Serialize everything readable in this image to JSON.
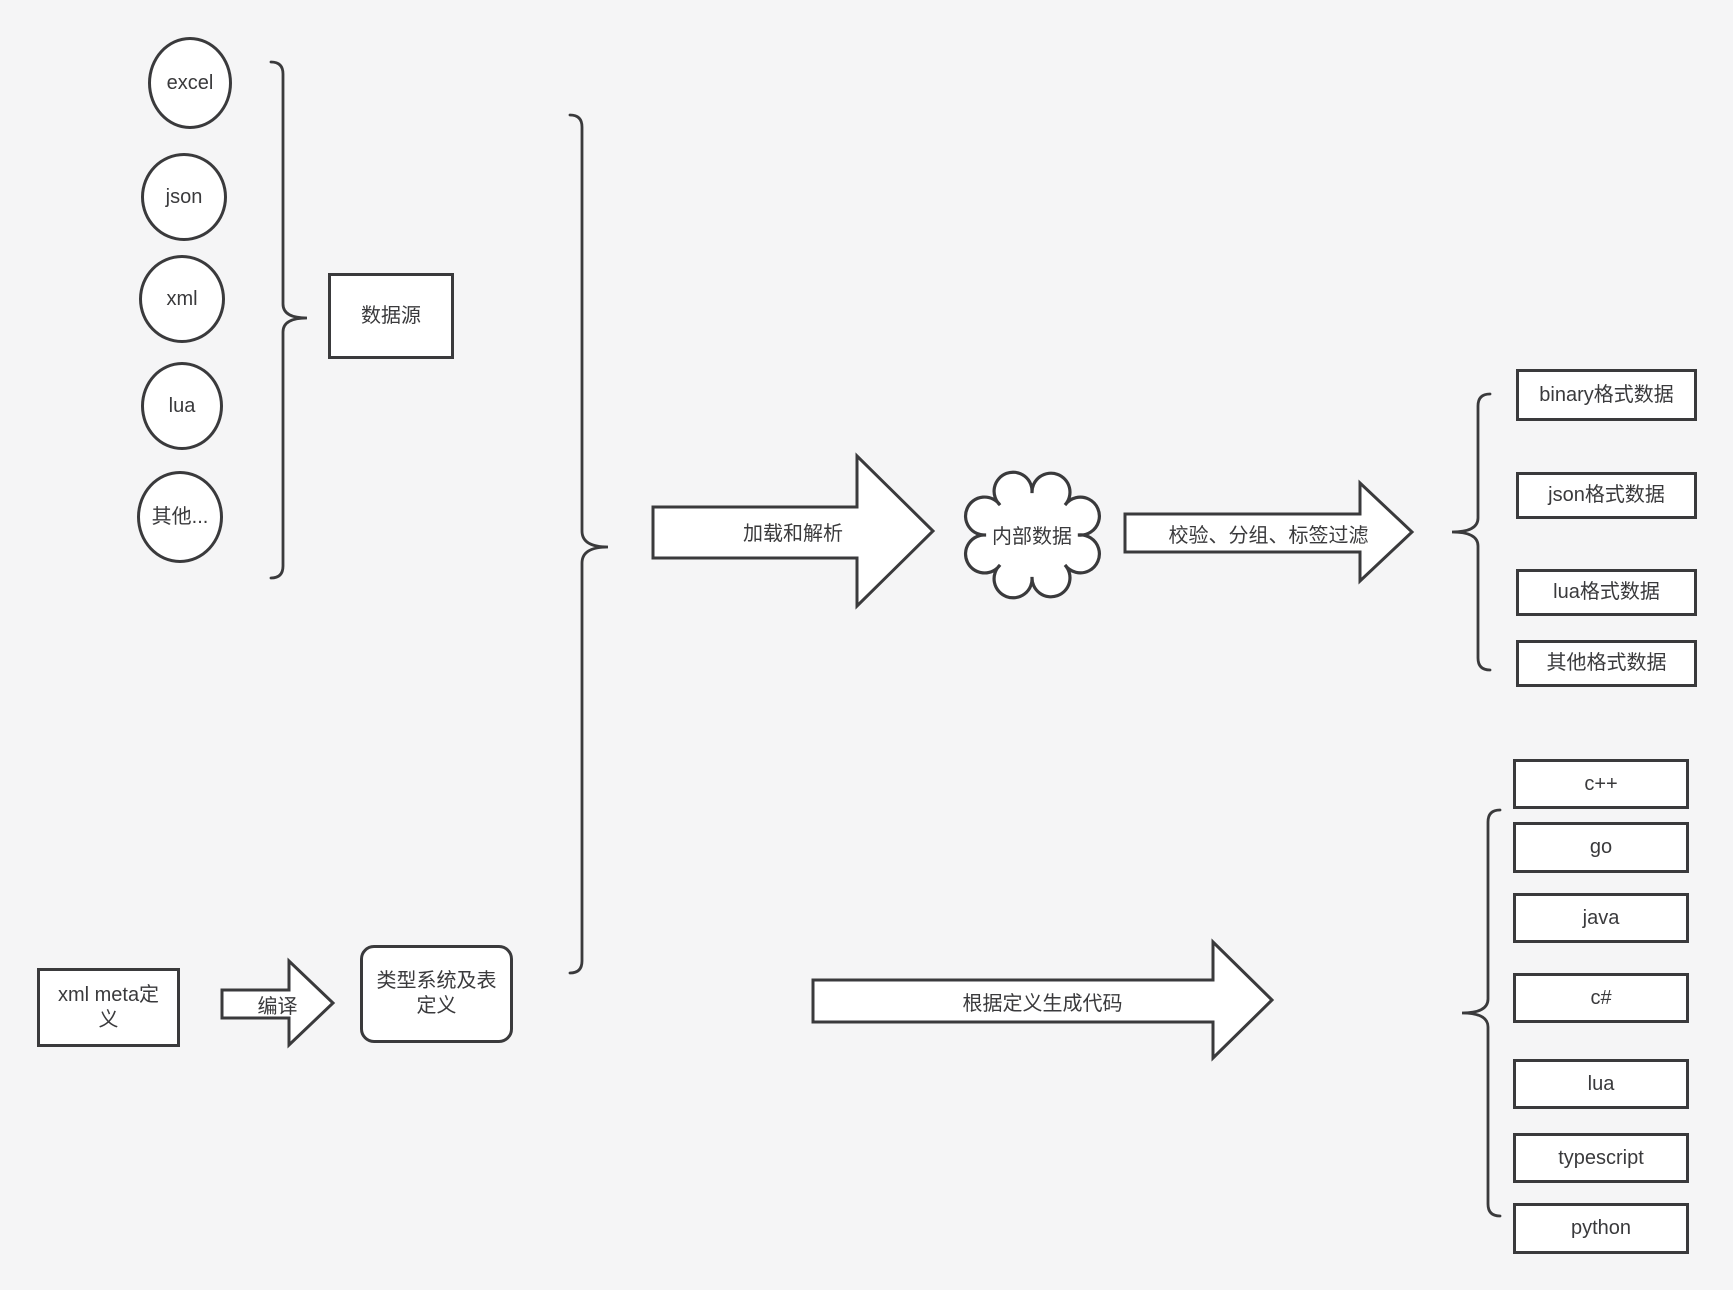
{
  "colors": {
    "background": "#f5f5f6",
    "stroke": "#3a3a3c",
    "shape_fill": "#ffffff",
    "text": "#3a3a3c"
  },
  "sources": {
    "items": [
      "excel",
      "json",
      "xml",
      "lua",
      "其他..."
    ],
    "group_box_label": "数据源"
  },
  "pipeline": {
    "load_parse_arrow_label": "加载和解析",
    "internal_data_label": "内部数据",
    "filter_arrow_label": "校验、分组、标签过滤",
    "compile_arrow_label": "编译",
    "codegen_arrow_label": "根据定义生成代码"
  },
  "definitions": {
    "xml_meta_label": "xml meta定义",
    "type_system_label": "类型系统及表定义"
  },
  "output_formats": {
    "items": [
      "binary格式数据",
      "json格式数据",
      "lua格式数据",
      "其他格式数据"
    ]
  },
  "languages": {
    "items": [
      "c++",
      "go",
      "java",
      "c#",
      "lua",
      "typescript",
      "python"
    ]
  }
}
